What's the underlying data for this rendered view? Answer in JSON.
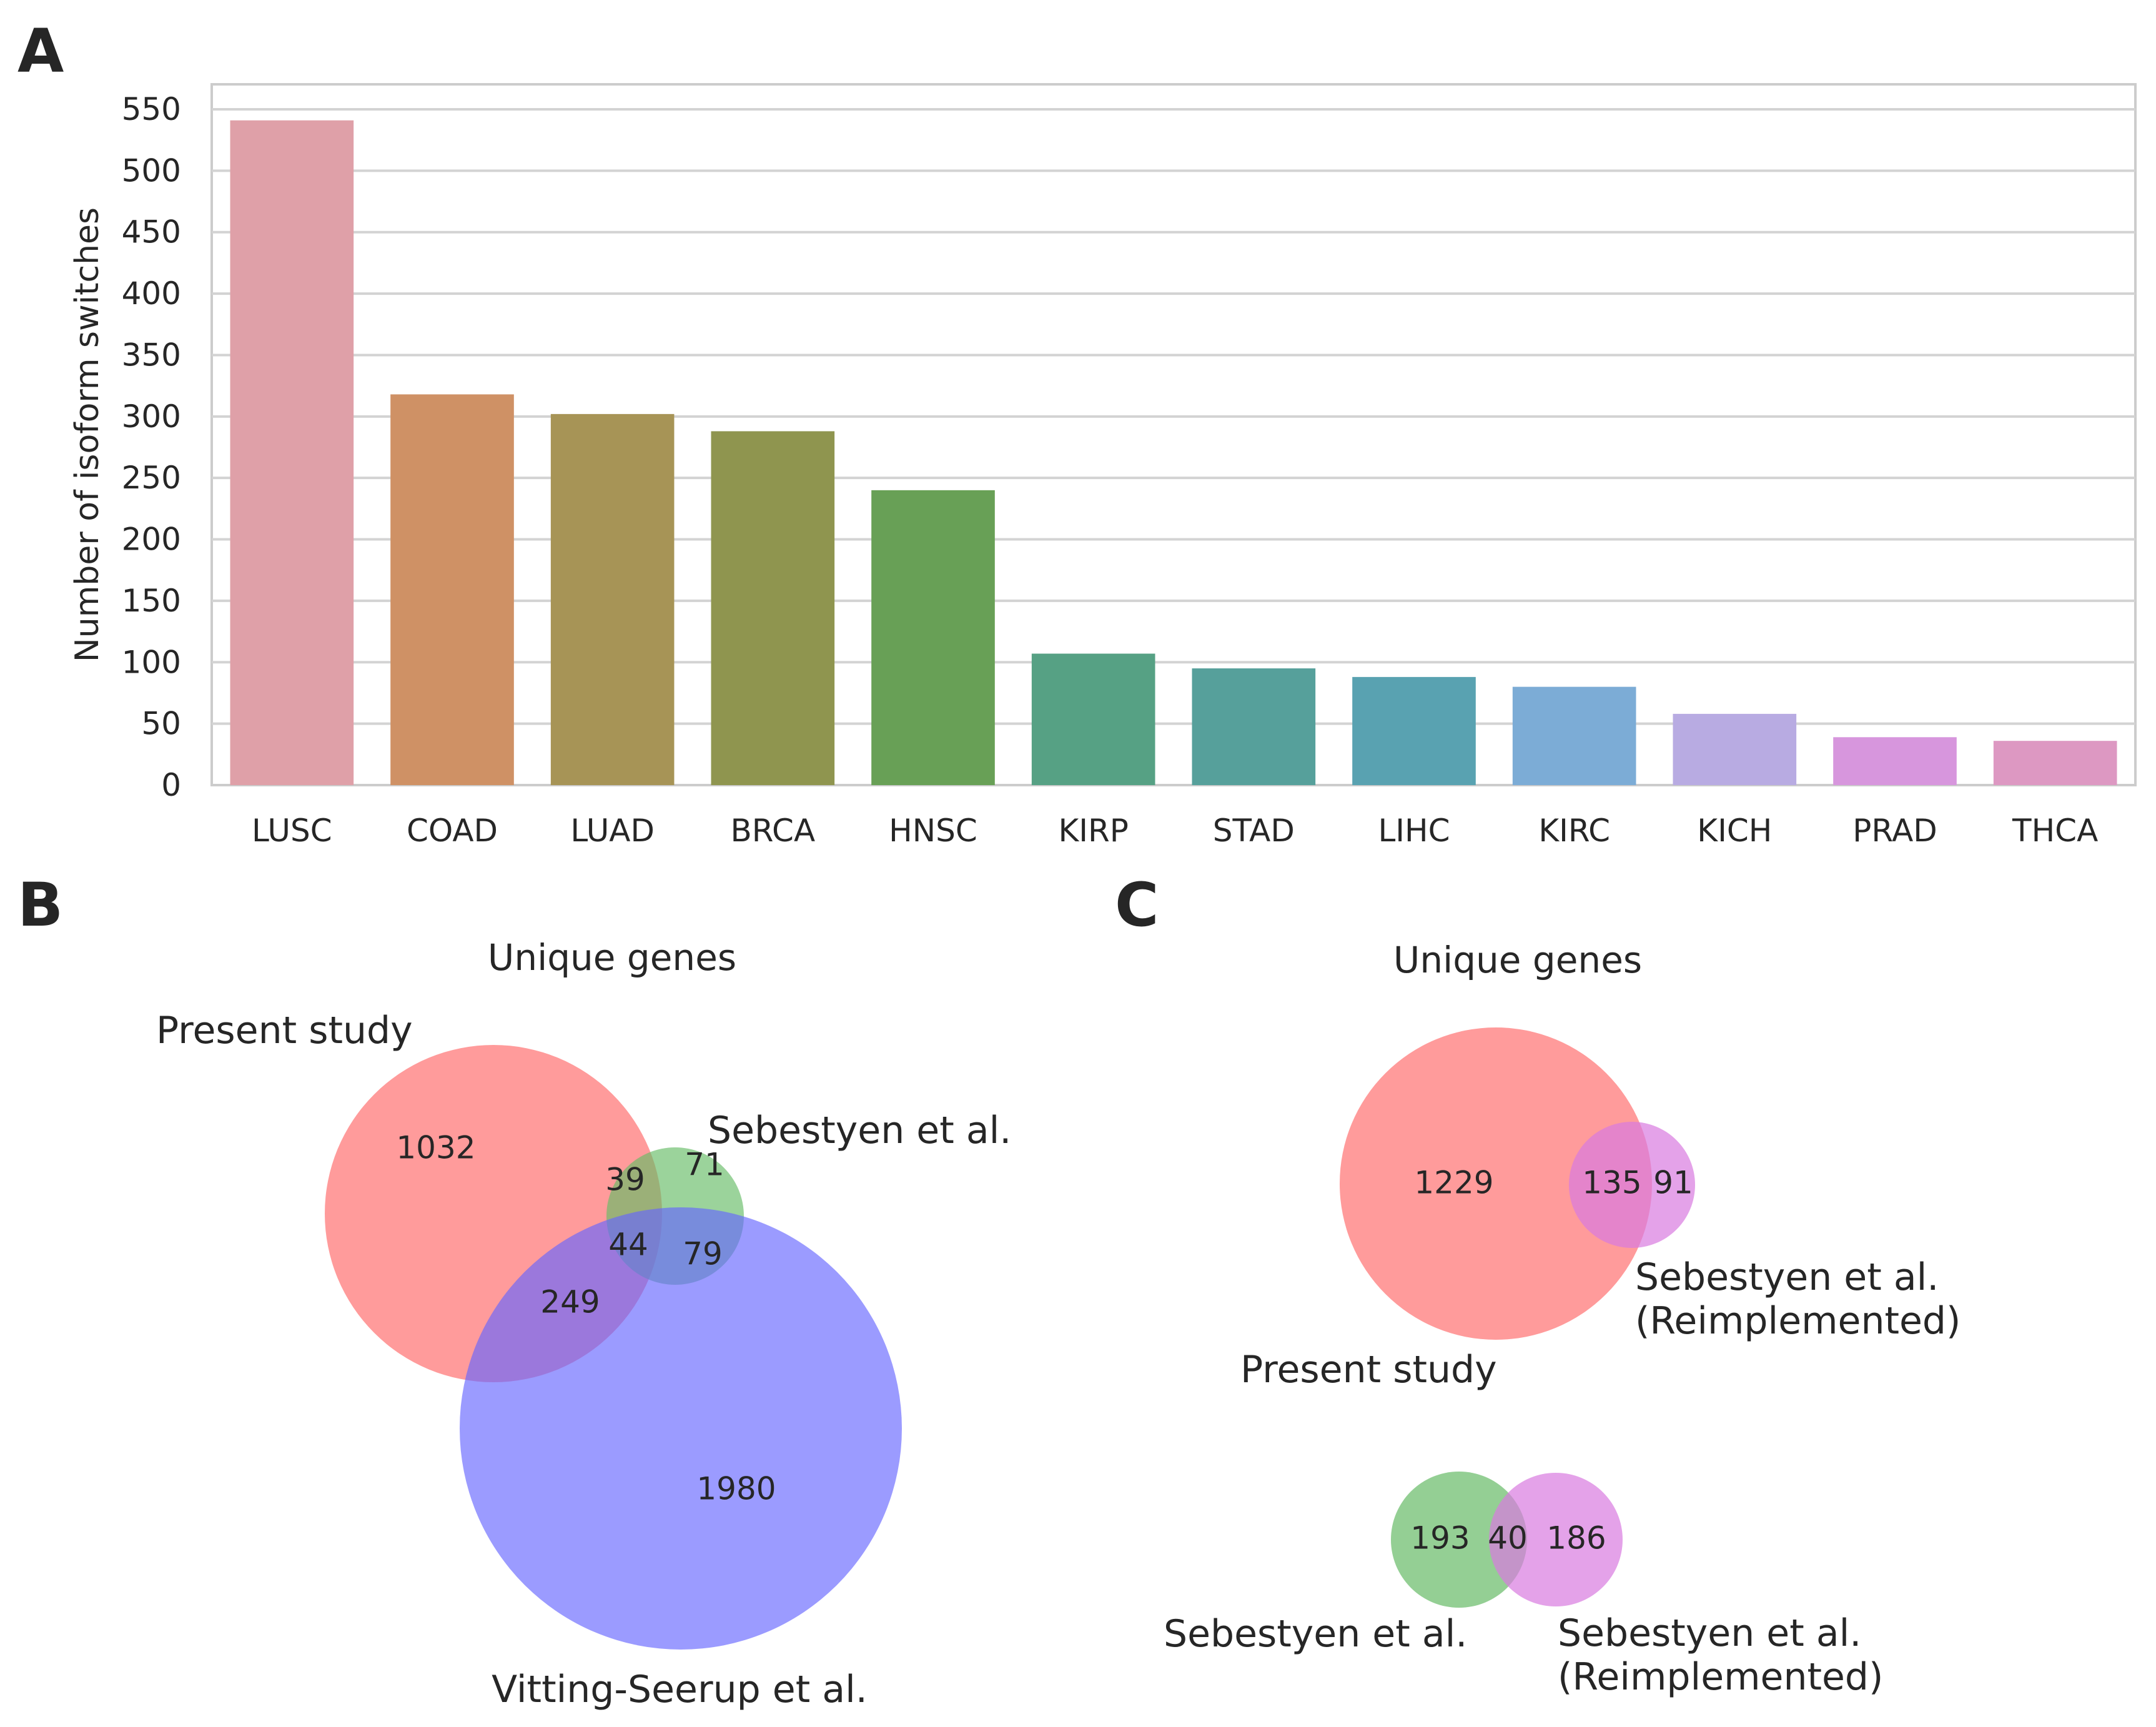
{
  "panels": {
    "A": {
      "letter": "A"
    },
    "B": {
      "letter": "B"
    },
    "C": {
      "letter": "C"
    }
  },
  "chart_data": [
    {
      "panel": "A",
      "type": "bar",
      "ylabel": "Number of isoform switches",
      "xlabel": "",
      "ylim": [
        0,
        570
      ],
      "yticks": [
        0,
        50,
        100,
        150,
        200,
        250,
        300,
        350,
        400,
        450,
        500,
        550
      ],
      "grid": "horizontal",
      "categories": [
        "LUSC",
        "COAD",
        "LUAD",
        "BRCA",
        "HNSC",
        "KIRP",
        "STAD",
        "LIHC",
        "KIRC",
        "KICH",
        "PRAD",
        "THCA"
      ],
      "values": [
        541,
        318,
        302,
        288,
        240,
        107,
        95,
        88,
        80,
        58,
        39,
        36
      ],
      "colors": [
        "#dfa0a8",
        "#cf9165",
        "#a79456",
        "#8f954f",
        "#68a056",
        "#56a184",
        "#56a09b",
        "#59a2b1",
        "#7cacd6",
        "#b8abe2",
        "#d796dd",
        "#dd98c2"
      ]
    },
    {
      "panel": "B",
      "type": "venn3",
      "title": "Unique genes",
      "sets": [
        "Present study",
        "Sebestyen et al.",
        "Vitting-Seerup et al."
      ],
      "set_colors": [
        "#ff6666",
        "#66bb66",
        "#6666ff"
      ],
      "regions": {
        "present_only": 1032,
        "sebestyen_only": 71,
        "vitting_only": 1980,
        "present_sebestyen": 39,
        "present_vitting": 249,
        "sebestyen_vitting": 79,
        "all_three": 44
      }
    },
    {
      "panel": "C",
      "type": "venn2",
      "title": "Unique genes",
      "sets": [
        "Present study",
        "Sebestyen et al. (Reimplemented)"
      ],
      "set_label_lines": [
        [
          "Present study"
        ],
        [
          "Sebestyen et al.",
          "(Reimplemented)"
        ]
      ],
      "set_colors": [
        "#ff6666",
        "#d97be0"
      ],
      "regions": {
        "left_only": 1229,
        "overlap": 135,
        "right_only": 91
      }
    },
    {
      "panel": "C",
      "type": "venn2",
      "title": "",
      "sets": [
        "Sebestyen et al.",
        "Sebestyen et al. (Reimplemented)"
      ],
      "set_label_lines": [
        [
          "Sebestyen et al."
        ],
        [
          "Sebestyen et al.",
          "(Reimplemented)"
        ]
      ],
      "set_colors": [
        "#66bb66",
        "#d97be0"
      ],
      "regions": {
        "left_only": 193,
        "overlap": 40,
        "right_only": 186
      }
    }
  ]
}
